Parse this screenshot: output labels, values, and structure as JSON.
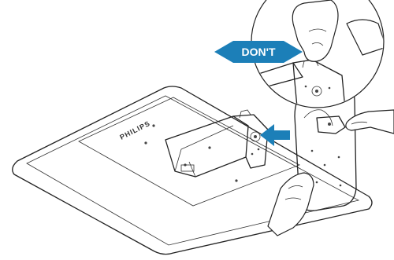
{
  "callout": {
    "label": "DON'T",
    "color": "#1c7fb8"
  },
  "monitor": {
    "brand_label": "PHILIPS"
  },
  "arrow": {
    "color": "#1c7fb8",
    "meaning": "push-release-button"
  }
}
